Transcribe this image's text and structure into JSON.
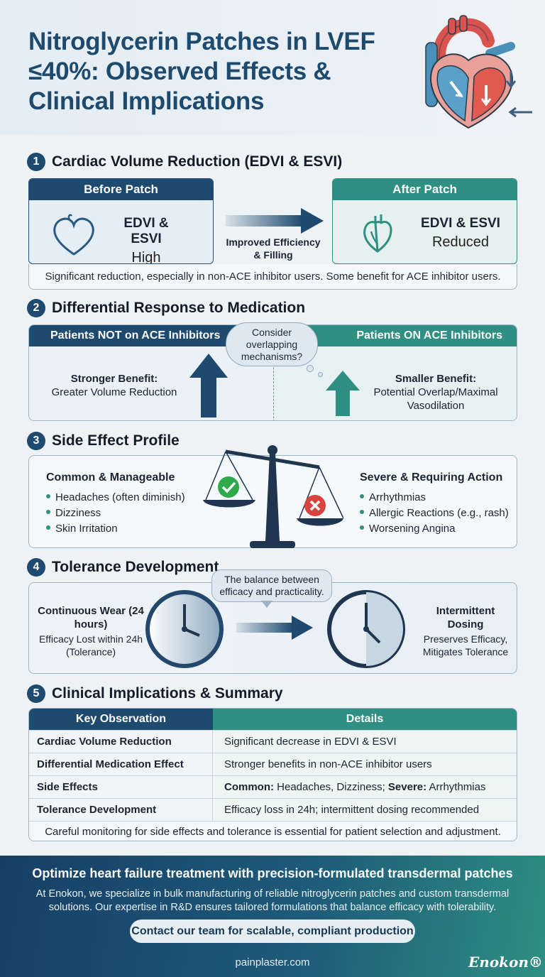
{
  "header": {
    "title": "Nitroglycerin Patches in LVEF ≤40%: Observed Effects & Clinical Implications"
  },
  "section1": {
    "number": "1",
    "title": "Cardiac Volume Reduction (EDVI & ESVI)",
    "before": {
      "heading": "Before Patch",
      "metric": "EDVI & ESVI",
      "status": "High"
    },
    "after": {
      "heading": "After Patch",
      "metric": "EDVI & ESVI",
      "status": "Reduced"
    },
    "arrow_label": "Improved Efficiency & Filling",
    "footnote": "Significant reduction, especially in non-ACE inhibitor users. Some benefit for ACE inhibitor users."
  },
  "section2": {
    "number": "2",
    "title": "Differential Response to Medication",
    "left_heading": "Patients NOT on ACE Inhibitors",
    "right_heading": "Patients ON ACE Inhibitors",
    "bubble": "Consider overlapping mechanisms?",
    "left_bold": "Stronger Benefit:",
    "left_text": "Greater Volume Reduction",
    "right_bold": "Smaller Benefit:",
    "right_text": "Potential Overlap/Maximal Vasodilation"
  },
  "section3": {
    "number": "3",
    "title": "Side Effect Profile",
    "common": {
      "heading": "Common & Manageable",
      "items": [
        "Headaches (often diminish)",
        "Dizziness",
        "Skin Irritation"
      ]
    },
    "severe": {
      "heading": "Severe & Requiring Action",
      "items": [
        "Arrhythmias",
        "Allergic Reactions (e.g., rash)",
        "Worsening Angina"
      ]
    }
  },
  "section4": {
    "number": "4",
    "title": "Tolerance Development",
    "tip": "The balance between efficacy and practicality.",
    "left_heading": "Continuous Wear (24 hours)",
    "left_text": "Efficacy Lost within 24h (Tolerance)",
    "right_heading": "Intermittent Dosing",
    "right_text": "Preserves Efficacy, Mitigates Tolerance"
  },
  "section5": {
    "number": "5",
    "title": "Clinical Implications & Summary",
    "col1": "Key Observation",
    "col2": "Details",
    "rows": [
      {
        "key": "Cardiac Volume Reduction",
        "detail": "Significant decrease in EDVI & ESVI"
      },
      {
        "key": "Differential Medication Effect",
        "detail": "Stronger benefits in non-ACE inhibitor users"
      },
      {
        "key": "Side Effects",
        "detail_common_label": "Common:",
        "detail_common": " Headaches, Dizziness; ",
        "detail_severe_label": "Severe:",
        "detail_severe": " Arrhythmias"
      },
      {
        "key": "Tolerance Development",
        "detail": "Efficacy loss in 24h; intermittent dosing recommended"
      }
    ],
    "footnote": "Careful monitoring for side effects and tolerance is essential for patient selection and adjustment."
  },
  "footer": {
    "title": "Optimize heart failure treatment with precision-formulated transdermal patches",
    "text": "At Enokon, we specialize in bulk manufacturing of reliable nitroglycerin patches and custom transdermal solutions. Our expertise in R&D ensures tailored formulations that balance efficacy with tolerability.",
    "button": "Contact our team for scalable, compliant production",
    "url": "painplaster.com",
    "logo": "Enokon®"
  },
  "colors": {
    "navy": "#1f4a70",
    "teal": "#2e8f82",
    "heart_red": "#e0554e",
    "heart_blue": "#4a90b8"
  }
}
